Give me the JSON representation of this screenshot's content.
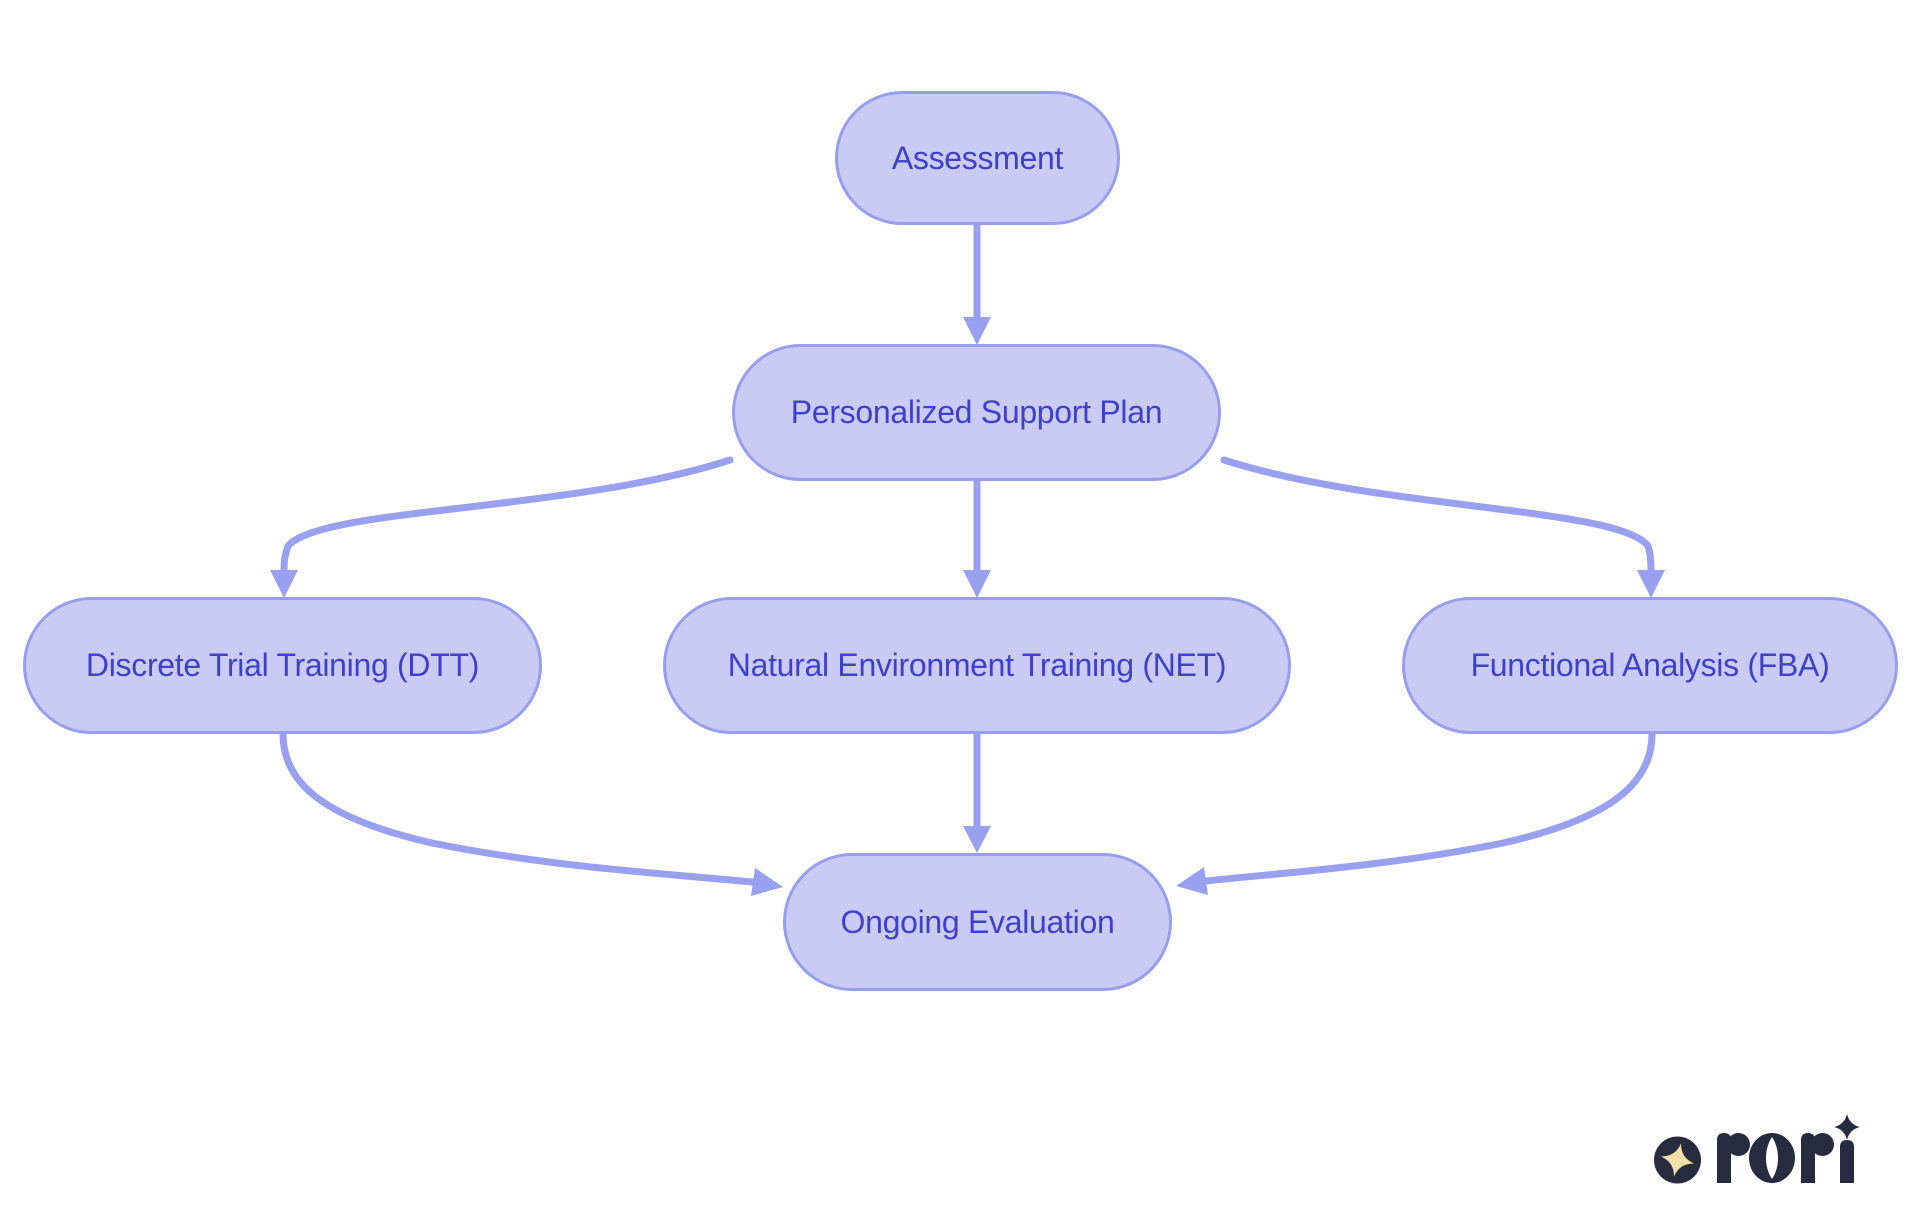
{
  "diagram": {
    "type": "flowchart",
    "direction": "top-down",
    "nodes": [
      {
        "id": "assessment",
        "label": "Assessment"
      },
      {
        "id": "personalized-support-plan",
        "label": "Personalized Support Plan"
      },
      {
        "id": "discrete-trial-training",
        "label": "Discrete Trial Training (DTT)"
      },
      {
        "id": "natural-environment-training",
        "label": "Natural Environment Training (NET)"
      },
      {
        "id": "functional-analysis",
        "label": "Functional Analysis (FBA)"
      },
      {
        "id": "ongoing-evaluation",
        "label": "Ongoing Evaluation"
      }
    ],
    "edges": [
      {
        "from": "Assessment",
        "to": "Personalized Support Plan"
      },
      {
        "from": "Personalized Support Plan",
        "to": "Discrete Trial Training (DTT)"
      },
      {
        "from": "Personalized Support Plan",
        "to": "Natural Environment Training (NET)"
      },
      {
        "from": "Personalized Support Plan",
        "to": "Functional Analysis (FBA)"
      },
      {
        "from": "Discrete Trial Training (DTT)",
        "to": "Ongoing Evaluation"
      },
      {
        "from": "Natural Environment Training (NET)",
        "to": "Ongoing Evaluation"
      },
      {
        "from": "Functional Analysis (FBA)",
        "to": "Ongoing Evaluation"
      }
    ],
    "colors": {
      "node_fill": "#c9cbf4",
      "node_border": "#989eee",
      "node_text": "#3f40ca",
      "edge": "#9aa0f0",
      "background": "#ffffff"
    }
  },
  "logo": {
    "text": "rori",
    "icon": "sparkle-circle-icon",
    "dark_color": "#272b40",
    "accent_color": "#f3e0a6"
  }
}
